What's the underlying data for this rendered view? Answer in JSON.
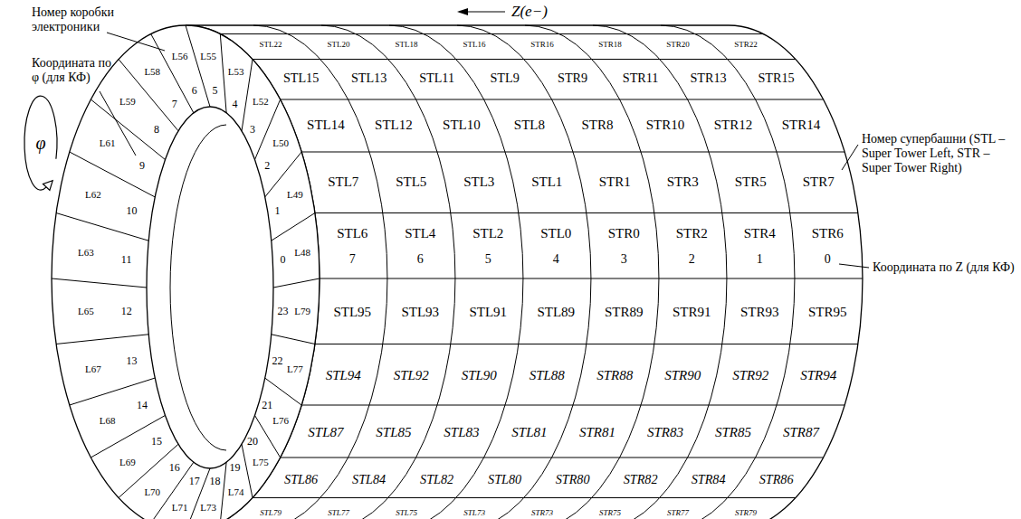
{
  "diagram": {
    "labels": [
      "Номер коробки электроники",
      "Координата по φ (для КФ)",
      "φ",
      "Z(e−)",
      "Номер супербашни (STL – Super Tower Left, STR – Super Tower Right)",
      "Координата по Z (для КФ)",
      "L48",
      "0",
      "L49",
      "1",
      "L50",
      "2",
      "L52",
      "3",
      "L53",
      "4",
      "L55",
      "5",
      "L56",
      "6",
      "L58",
      "7",
      "L59",
      "8",
      "L61",
      "9",
      "L62",
      "10",
      "L63",
      "11",
      "L65",
      "12",
      "L67",
      "13",
      "L68",
      "14",
      "L69",
      "15",
      "L70",
      "16",
      "L71",
      "17",
      "L73",
      "18",
      "L74",
      "19",
      "L75",
      "20",
      "L76",
      "21",
      "L77",
      "22",
      "L79",
      "23",
      "STL22",
      "STL20",
      "STL18",
      "STL16",
      "STR16",
      "STR18",
      "STR20",
      "STR22",
      "STL15",
      "STL13",
      "STL11",
      "STL9",
      "STR9",
      "STR11",
      "STR13",
      "STR15",
      "STL14",
      "STL12",
      "STL10",
      "STL8",
      "STR8",
      "STR10",
      "STR12",
      "STR14",
      "STL7",
      "STL5",
      "STL3",
      "STL1",
      "STR1",
      "STR3",
      "STR5",
      "STR7",
      "STL6",
      "STL4",
      "STL2",
      "STL0",
      "STR0",
      "STR2",
      "STR4",
      "STR6",
      "7",
      "6",
      "5",
      "4",
      "3",
      "2",
      "1",
      "0",
      "STL95",
      "STL93",
      "STL91",
      "STL89",
      "STR89",
      "STR91",
      "STR93",
      "STR95",
      "STL94",
      "STL92",
      "STL90",
      "STL88",
      "STR88",
      "STR90",
      "STR92",
      "STR94",
      "STL87",
      "STL85",
      "STL83",
      "STL81",
      "STR81",
      "STR83",
      "STR85",
      "STR87",
      "STL86",
      "STL84",
      "STL82",
      "STL80",
      "STR80",
      "STR82",
      "STR84",
      "STR86",
      "STL79",
      "STL77",
      "STL75",
      "STL73",
      "STR73",
      "STR75",
      "STR77",
      "STR79"
    ]
  }
}
